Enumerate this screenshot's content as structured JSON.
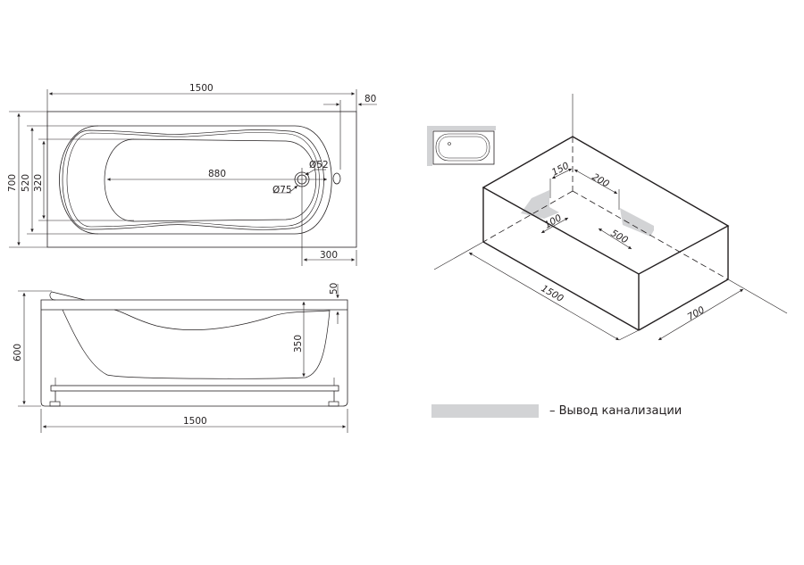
{
  "colors": {
    "line": "#231f20",
    "outlet_fill": "#d2d3d5",
    "background": "#ffffff"
  },
  "top_view": {
    "dim_length": "1500",
    "dim_rim_offset": "80",
    "dim_width": "700",
    "dim_inner_width": "520",
    "dim_bottom_width": "320",
    "dim_bottom_length": "880",
    "dim_overflow_dia": "Ø52",
    "dim_drain_dia": "Ø75",
    "dim_drain_from_end": "300"
  },
  "side_view": {
    "dim_height": "600",
    "dim_rim_thickness": "50",
    "dim_depth": "350",
    "dim_length": "1500"
  },
  "iso_view": {
    "dim_outlet1_offset": "150",
    "dim_outlet2_offset": "200",
    "dim_outlet1_width": "100",
    "dim_outlet2_width": "500",
    "dim_length": "1500",
    "dim_width": "700"
  },
  "legend": {
    "label": "– Вывод канализации"
  }
}
